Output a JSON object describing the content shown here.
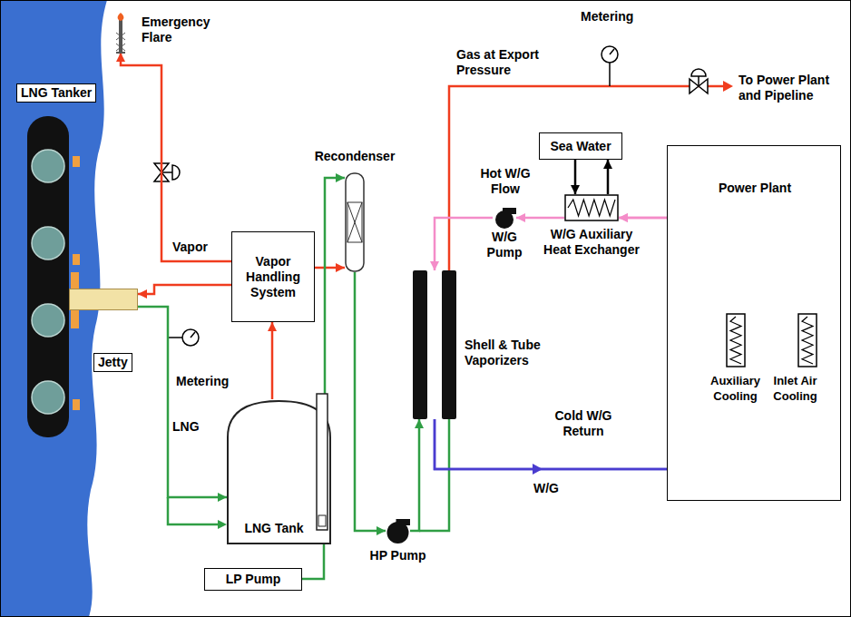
{
  "diagram": {
    "nodes": [
      {
        "text": [
          "LNG Tanker"
        ]
      },
      {
        "text": [
          "Jetty"
        ]
      },
      {
        "text": [
          "Emergency Flare"
        ]
      },
      {
        "text": [
          "Vapor Handling System"
        ]
      },
      {
        "text": [
          "Recondenser"
        ]
      },
      {
        "text": [
          "LNG Tank"
        ]
      },
      {
        "text": [
          "LP Pump"
        ]
      },
      {
        "text": [
          "HP Pump"
        ]
      },
      {
        "text": [
          "Shell & Tube Vaporizers"
        ]
      },
      {
        "text": [
          "Sea Water"
        ]
      },
      {
        "text": [
          "W/G Auxiliary Heat Exchanger"
        ]
      },
      {
        "text": [
          "W/G Pump"
        ]
      },
      {
        "text": [
          "Power Plant"
        ]
      },
      {
        "text": [
          "Auxiliary Cooling"
        ],
        "in": 12
      },
      {
        "text": [
          "Inlet Air Cooling"
        ],
        "in": 12
      }
    ],
    "edges": [
      {
        "from": 1,
        "to": 5,
        "arrow": "to"
      },
      {
        "from": 3,
        "to": 2,
        "arrow": "to"
      },
      {
        "from": 3,
        "to": 1,
        "arrow": "to"
      },
      {
        "from": 5,
        "to": 3,
        "arrow": "to"
      },
      {
        "from": 3,
        "to": 4,
        "arrow": "to"
      },
      {
        "from": 5,
        "to": 4,
        "arrow": "to"
      },
      {
        "from": 4,
        "to": 7,
        "arrow": "to"
      },
      {
        "from": 7,
        "to": 8,
        "arrow": "to"
      },
      {
        "from": 9,
        "to": 10,
        "arrow": "to"
      },
      {
        "from": 10,
        "to": 9,
        "arrow": "to"
      },
      {
        "from": 10,
        "to": 11,
        "arrow": "to"
      },
      {
        "from": 11,
        "to": 8,
        "arrow": "to"
      },
      {
        "from": 8,
        "to": 13,
        "arrow": "to"
      },
      {
        "from": 8,
        "to": 14,
        "arrow": "to"
      },
      {
        "from": 13,
        "to": 10,
        "arrow": "to"
      },
      {
        "from": 14,
        "to": 10,
        "arrow": "to"
      },
      {
        "from": 6,
        "to": 5,
        "arrow": "none"
      }
    ],
    "labels": [
      "Vapor",
      "Metering",
      "LNG",
      "Gas at Export Pressure",
      "Metering",
      "To Power Plant and Pipeline",
      "Hot W/G Flow",
      "Cold W/G Return",
      "W/G"
    ]
  }
}
